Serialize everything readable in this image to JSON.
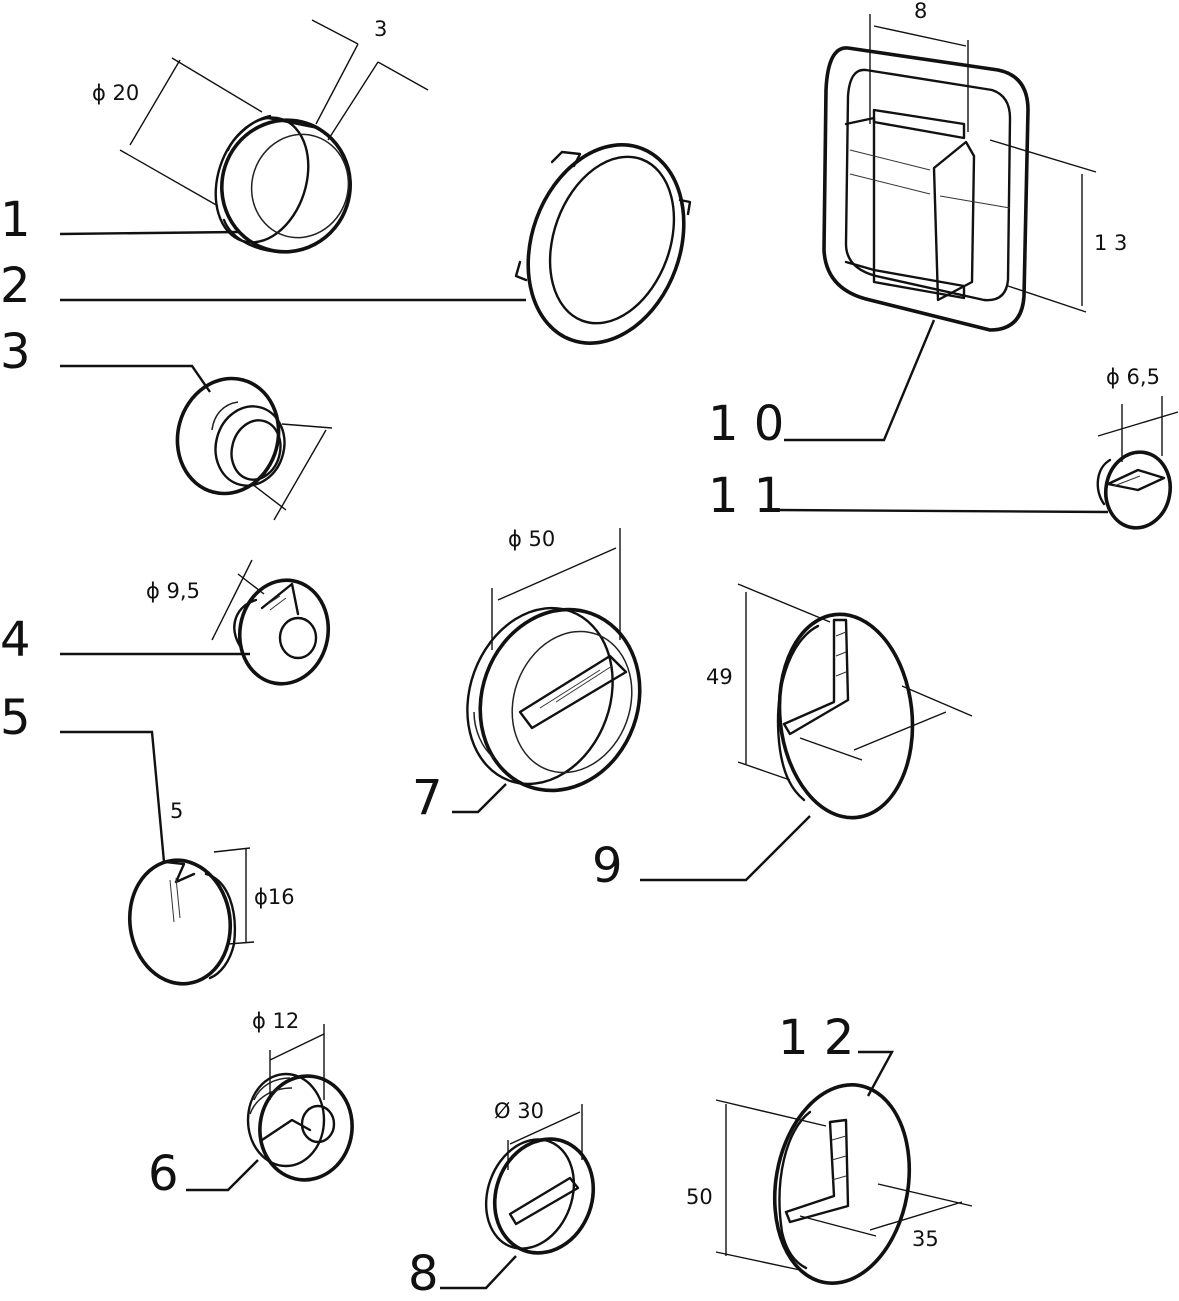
{
  "callouts": {
    "c1": "1",
    "c2": "2",
    "c3": "3",
    "c4": "4",
    "c5": "5",
    "c6": "6",
    "c7": "7",
    "c8": "8",
    "c9": "9",
    "c10": "1 0",
    "c11": "1 1",
    "c12": "1 2"
  },
  "dimensions": {
    "d1_dia": "ϕ 20",
    "d1_thick": "3",
    "d4_dia": "ϕ 9,5",
    "d5_depth": "5",
    "d5_dia": "ϕ16",
    "d6_dia": "ϕ 12",
    "d7_dia": "ϕ 50",
    "d8_dia": "Ø 30",
    "d9_height": "49",
    "d10_width": "8",
    "d10_height": "1 3",
    "d11_dia": "ϕ 6,5",
    "d12_height": "50",
    "d12_width": "35"
  },
  "colors": {
    "ink": "#111111",
    "paper": "#ffffff"
  }
}
